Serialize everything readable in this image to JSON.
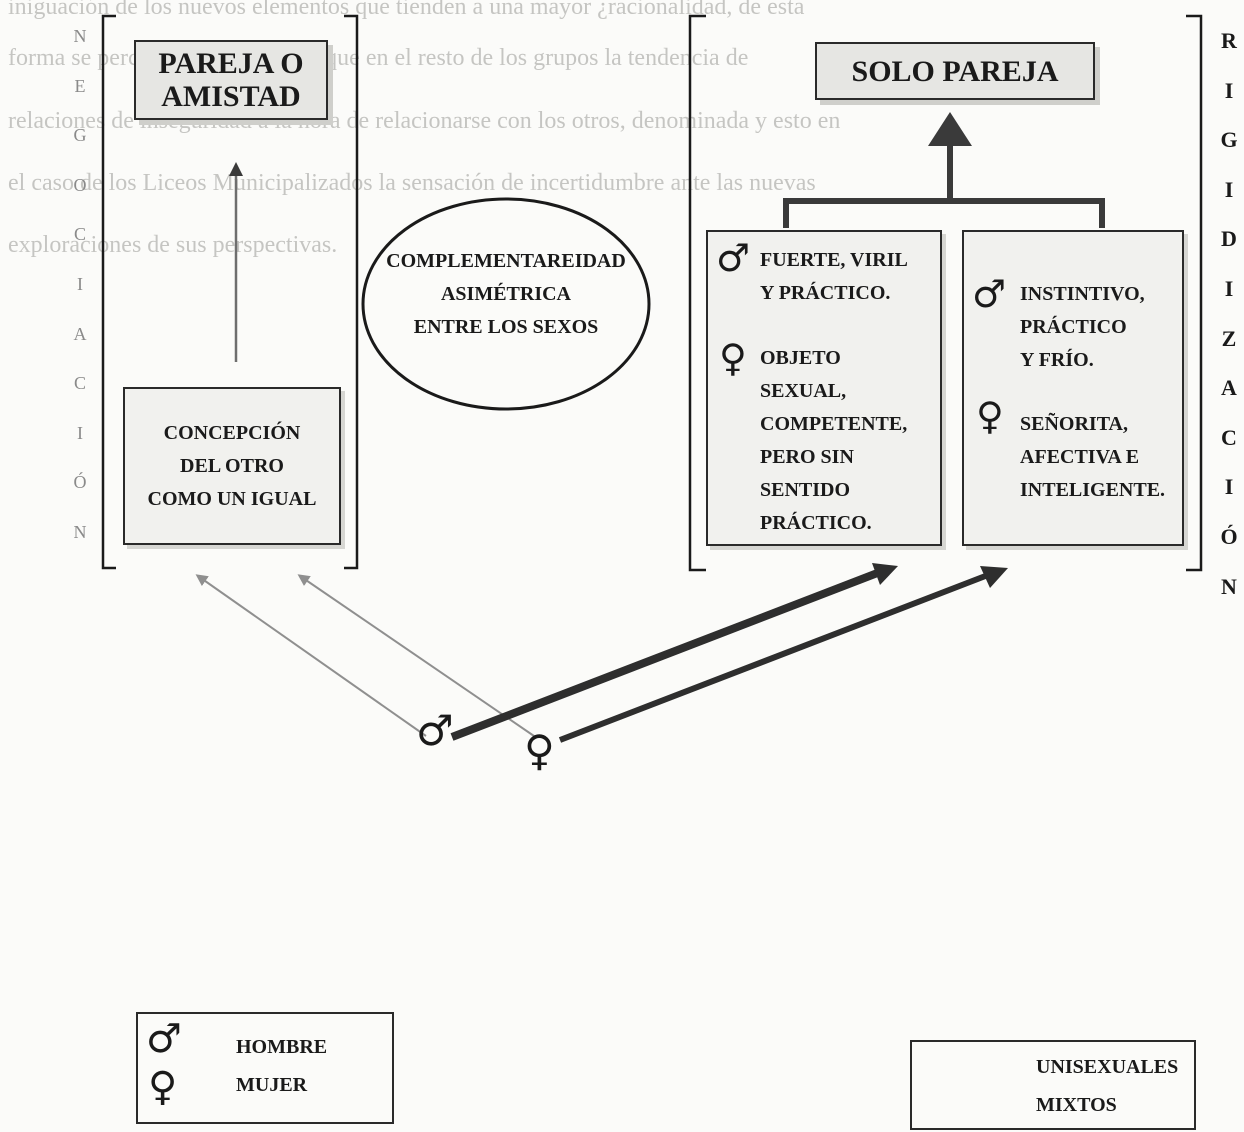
{
  "side_labels": {
    "left": [
      "N",
      "E",
      "G",
      "O",
      "C",
      "I",
      "A",
      "C",
      "I",
      "Ó",
      "N"
    ],
    "right": [
      "R",
      "I",
      "G",
      "I",
      "D",
      "I",
      "Z",
      "A",
      "C",
      "I",
      "Ó",
      "N"
    ]
  },
  "left_panel": {
    "title": [
      "PAREJA O",
      "AMISTAD"
    ],
    "box": [
      "CONCEPCIÓN",
      "DEL OTRO",
      "COMO UN IGUAL"
    ]
  },
  "center_ellipse": [
    "COMPLEMENTAREIDAD",
    "ASIMÉTRICA",
    "ENTRE LOS SEXOS"
  ],
  "right_panel": {
    "title": "SOLO PAREJA",
    "box_a": {
      "male": [
        "FUERTE, VIRIL",
        "Y PRÁCTICO."
      ],
      "female": [
        "OBJETO",
        "SEXUAL,",
        "COMPETENTE,",
        "PERO SIN",
        "SENTIDO",
        "PRÁCTICO."
      ]
    },
    "box_b": {
      "male": [
        "INSTINTIVO,",
        "PRÁCTICO",
        "Y FRÍO."
      ],
      "female": [
        "SEÑORITA,",
        "AFECTIVA E",
        "INTELIGENTE."
      ]
    }
  },
  "symbols": {
    "male": "♂",
    "female": "♀"
  },
  "legend_left": {
    "male_label": "HOMBRE",
    "female_label": "MUJER"
  },
  "legend_right": {
    "thick_label": "UNISEXUALES",
    "thin_label": "MIXTOS"
  },
  "background_text": [
    "iniguación de los nuevos elementos que tienden a una mayor ¿racionalidad, de esta",
    "forma se percibe con más fuerza que en el resto de los grupos la tendencia de",
    "relaciones de inseguridad a la hora de relacionarse con los otros, denominada y esto en",
    "el caso de los Liceos Municipalizados la sensación de incertidumbre ante las nuevas",
    "exploraciones de sus perspectivas."
  ],
  "colors": {
    "thick_arrow": "#2e2e2e",
    "thin_arrow": "#8f8f8f",
    "box_fill": "#f1f1ee"
  }
}
